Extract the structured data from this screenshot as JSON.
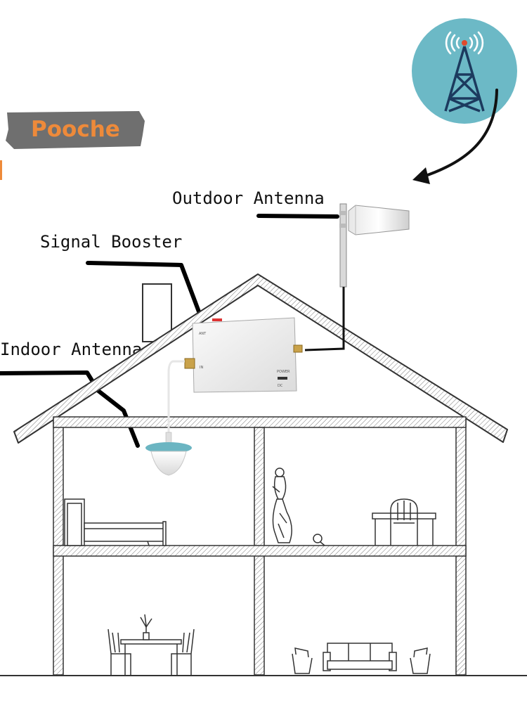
{
  "brand": {
    "name": "Pooche"
  },
  "labels": {
    "outdoor_antenna": "Outdoor Antenna",
    "signal_booster": "Signal Booster",
    "indoor_antenna": "Indoor Antenna"
  },
  "colors": {
    "brand_orange": "#ee8a3a",
    "tower_circle": "#6cb9c6",
    "tower_dark": "#1c3a5e",
    "tower_signal_red": "#e04a2c",
    "indoor_antenna_teal": "#6bb5c2"
  }
}
